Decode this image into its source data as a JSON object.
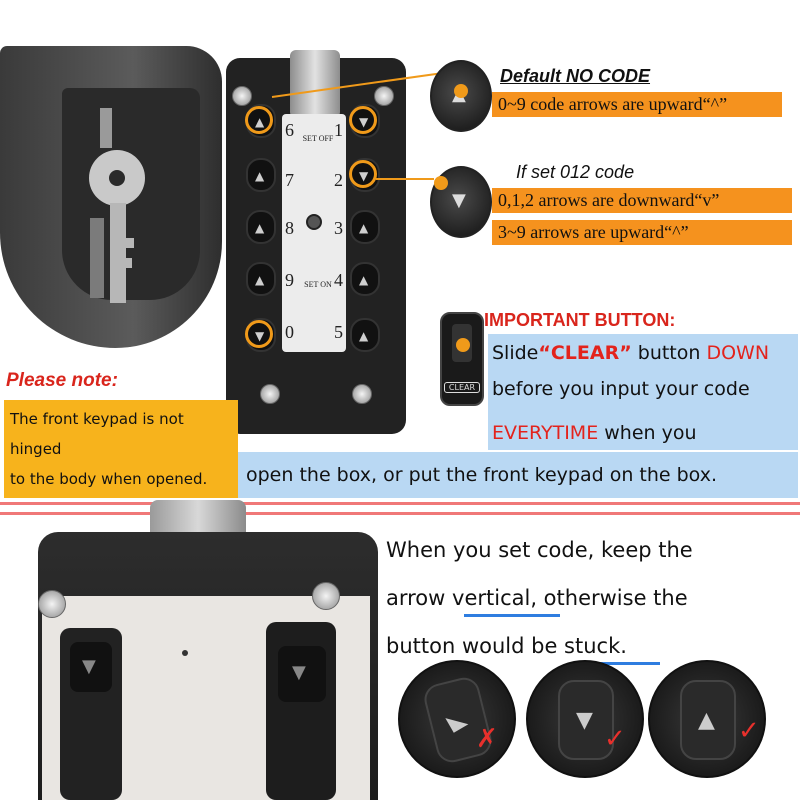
{
  "callout_default": {
    "title": "Default NO CODE",
    "line": "0~9 code arrows are upward“^”"
  },
  "callout_set": {
    "title": "If set 012 code",
    "line1": "0,1,2 arrows are downward“v”",
    "line2": "3~9 arrows are upward“^”"
  },
  "important": {
    "title": "IMPORTANT BUTTON:",
    "line1_a": "Slide",
    "line1_b": "“CLEAR”",
    "line1_c": " button ",
    "line1_d": "DOWN",
    "line2": "before you input your code",
    "line3_a": "EVERYTIME",
    "line3_b": " when you",
    "line4": "open the box, or put the front keypad on the box.",
    "clear_label": "CLEAR"
  },
  "note": {
    "title": "Please note:",
    "line1": "The front keypad is not hinged",
    "line2": "to the body when opened."
  },
  "keypad": {
    "left_numbers": [
      "6",
      "7",
      "8",
      "9",
      "0"
    ],
    "right_numbers": [
      "1",
      "2",
      "3",
      "4",
      "5"
    ],
    "set_off": "SET OFF",
    "set_on": "SET ON"
  },
  "vertical_tip": {
    "line1": "When you set code, keep the",
    "line2_a": "arrow ",
    "line2_b": "vertical",
    "line2_c": ", otherwise the",
    "line3_a": "button would be ",
    "line3_b": "stuck",
    "line3_c": "."
  },
  "marks": {
    "wrong": "✗",
    "right1": "✓",
    "right2": "✓"
  },
  "colors": {
    "orange": "#f5921e",
    "red": "#e3231c",
    "light_blue": "#b9d8f3",
    "yellow": "#f7b31c"
  }
}
